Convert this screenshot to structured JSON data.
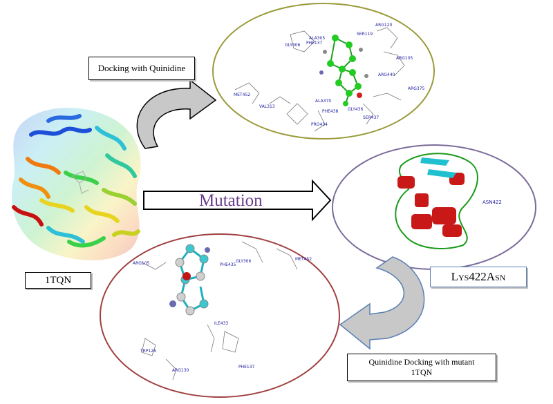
{
  "labels": {
    "docking_box": "Docking with Quinidine",
    "mutation": "Mutation",
    "protein_box": "1TQN",
    "mutant_box": "Lys422Asn",
    "mutant_docking_box_line1": "Quinidine Docking with mutant",
    "mutant_docking_box_line2": "1TQN"
  },
  "top_pocket_residues": [
    "ARG120",
    "ALA305",
    "SER119",
    "GLY306",
    "PHE137",
    "ARG105",
    "ARG440",
    "MET452",
    "ARG375",
    "VAL313",
    "ALA370",
    "PHE438",
    "GLY436",
    "SER437",
    "PRO434"
  ],
  "mutant_label": "ASN422",
  "bottom_pocket_residues": [
    "ARG105",
    "PHE435",
    "GLY306",
    "MET452",
    "ILE433",
    "TRP126",
    "ARG130",
    "PHE137"
  ],
  "colors": {
    "top_ellipse_border": "#9a9a3a",
    "mutant_ellipse_border": "#7a6a9a",
    "bottom_ellipse_border": "#a04040",
    "mutation_text": "#6a3d8a",
    "curved_arrow_fill": "#c8c8c8",
    "curved_arrow_blue_border": "#5a7fb5"
  },
  "icons": [
    "curved-arrow-icon",
    "right-arrow-icon",
    "return-arrow-icon"
  ]
}
